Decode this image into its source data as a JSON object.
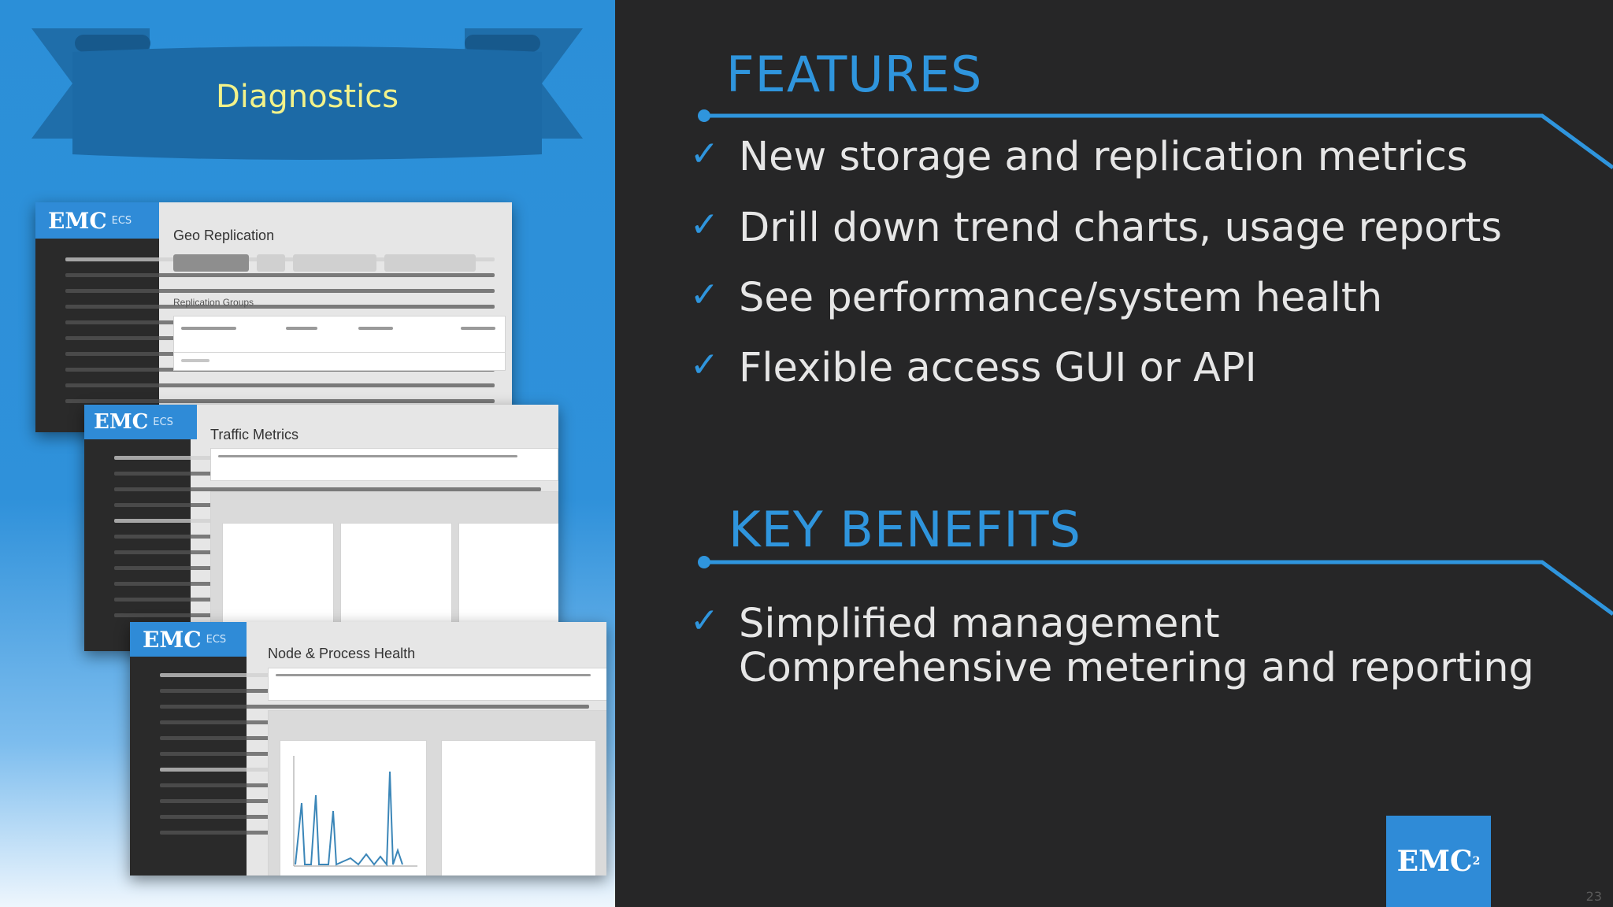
{
  "left": {
    "banner_title": "Diagnostics",
    "screenshots": [
      {
        "logo": "EMC",
        "logo_sub": "ECS",
        "title": "Geo Replication",
        "section": "Replication Groups"
      },
      {
        "logo": "EMC",
        "logo_sub": "ECS",
        "title": "Traffic Metrics"
      },
      {
        "logo": "EMC",
        "logo_sub": "ECS",
        "title": "Node & Process Health"
      }
    ]
  },
  "features": {
    "heading": "FEATURES",
    "items": [
      "New storage and replication metrics",
      "Drill down trend charts, usage reports",
      "See performance/system health",
      "Flexible access GUI or API"
    ]
  },
  "benefits": {
    "heading": "KEY BENEFITS",
    "items": [
      "Simplified management",
      "Comprehensive metering and reporting"
    ]
  },
  "check_glyph": "✓",
  "badge": {
    "logo": "EMC",
    "sup": "2"
  },
  "page_number": "23",
  "colors": {
    "accent": "#2f95dd",
    "background": "#262627",
    "banner_text": "#f2f28a",
    "left_panel": "#2b8fd8"
  }
}
